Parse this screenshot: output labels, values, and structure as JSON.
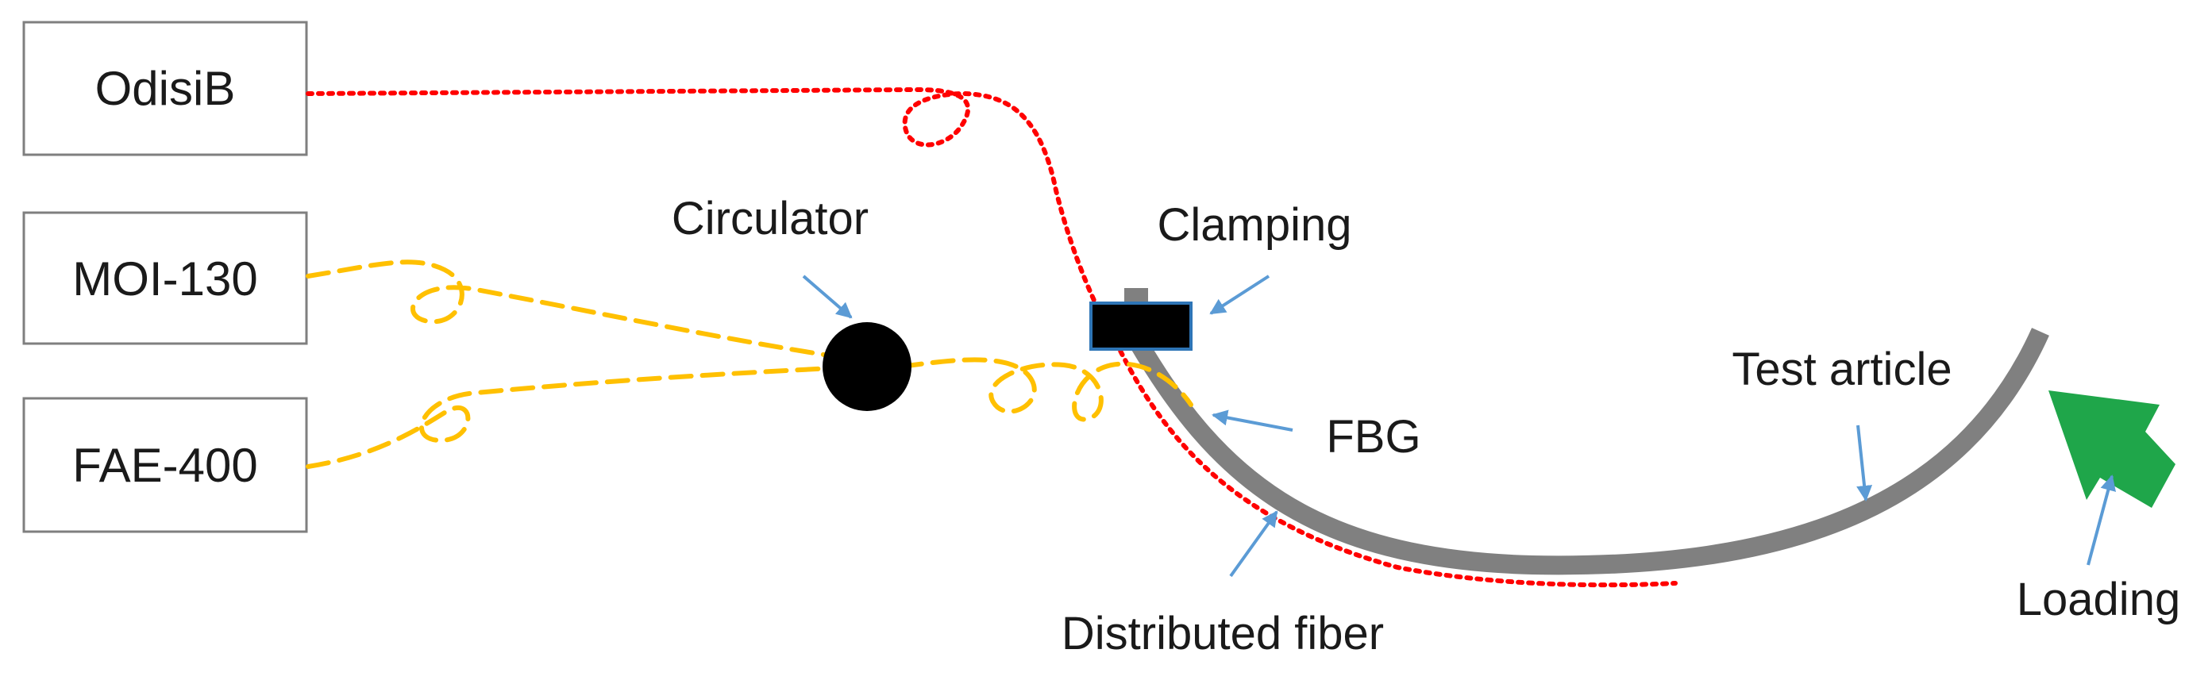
{
  "diagram": {
    "devices": {
      "odisib": "OdisiB",
      "moi130": "MOI-130",
      "fae400": "FAE-400"
    },
    "labels": {
      "circulator": "Circulator",
      "clamping": "Clamping",
      "fbg": "FBG",
      "test_article": "Test article",
      "loading": "Loading",
      "distributed_fiber": "Distributed fiber"
    },
    "colors": {
      "distributed_fiber_line": "#ff0000",
      "fbg_fiber_line": "#ffc000",
      "test_article": "#808080",
      "callout_arrow": "#5b9bd5",
      "load_arrow": "#1fa64a",
      "clamp_fill": "#000000",
      "clamp_border": "#2e75b6",
      "circulator": "#000000"
    }
  }
}
